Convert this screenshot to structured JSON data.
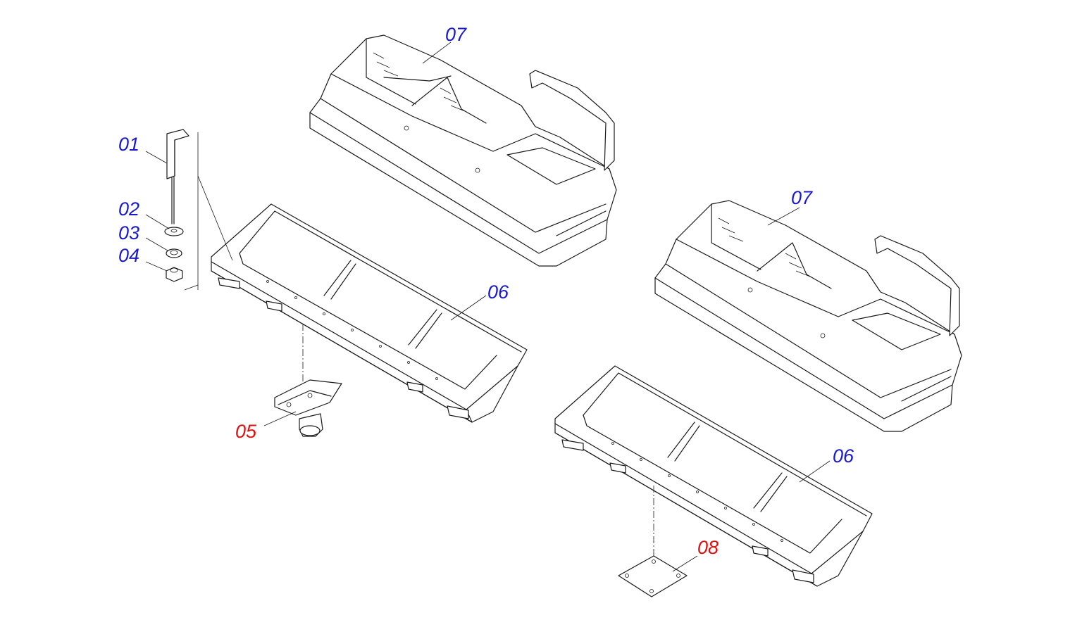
{
  "colors": {
    "blue": "#1a1acc",
    "red": "#dd1111",
    "line": "#1a1a1a"
  },
  "callouts": {
    "c01": "01",
    "c02": "02",
    "c03": "03",
    "c04": "04",
    "c05": "05",
    "c06a": "06",
    "c06b": "06",
    "c07a": "07",
    "c07b": "07",
    "c08": "08"
  }
}
